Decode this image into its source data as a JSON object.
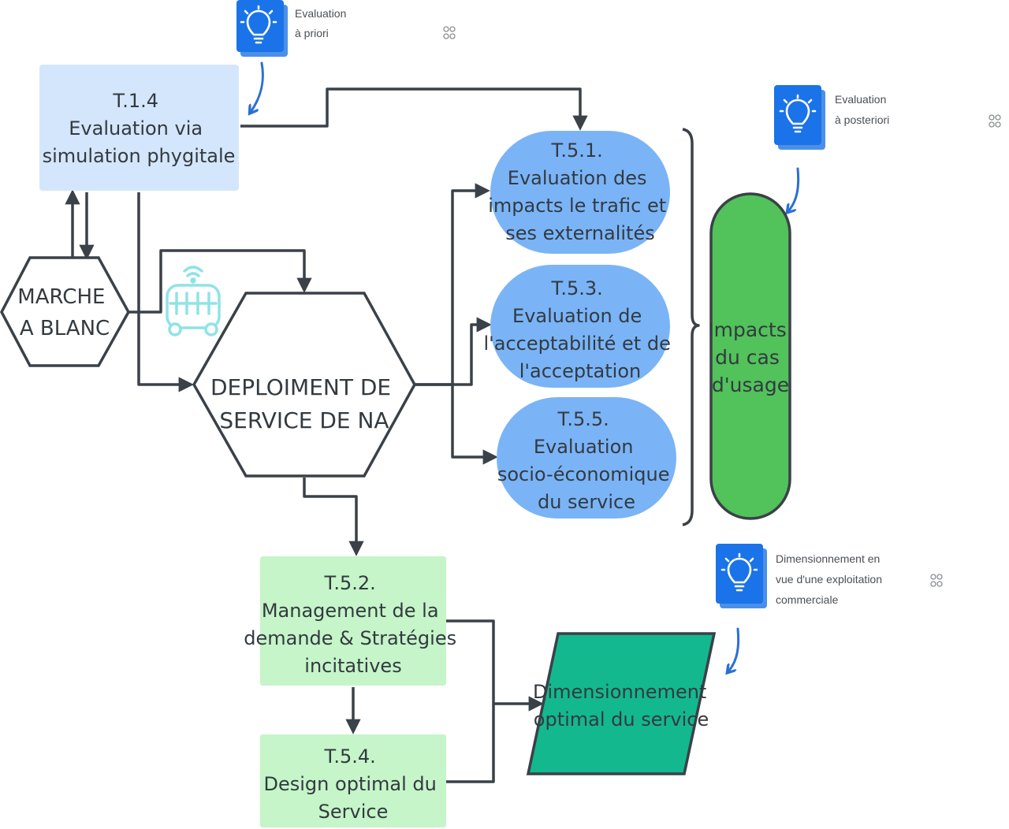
{
  "notes": {
    "priori": {
      "line1": "Evaluation",
      "line2": "à priori",
      "icon": "lightbulb-icon"
    },
    "posteriori": {
      "line1": "Evaluation",
      "line2": "à posteriori",
      "icon": "lightbulb-icon"
    },
    "dimensionnement": {
      "line1": "Dimensionnement en",
      "line2": "vue d'une exploitation",
      "line3": "commerciale",
      "icon": "lightbulb-icon"
    },
    "badge_icon": "reactions-icon"
  },
  "nodes": {
    "t14": {
      "line1": "T.1.4",
      "line2": "Evaluation via",
      "line3": "simulation phygitale"
    },
    "marche": {
      "line1": "MARCHE",
      "line2": "A BLANC"
    },
    "deploiement": {
      "line1": "DEPLOIMENT DE",
      "line2": "SERVICE DE NA"
    },
    "t51": {
      "line1": "T.5.1.",
      "line2": "Evaluation des",
      "line3": "impacts le trafic et",
      "line4": "ses externalités"
    },
    "t53": {
      "line1": "T.5.3.",
      "line2": "Evaluation de",
      "line3": "l'acceptabilité et de",
      "line4": "l'acceptation"
    },
    "t55": {
      "line1": "T.5.5.",
      "line2": "Evaluation",
      "line3": "socio-économique",
      "line4": "du service"
    },
    "impacts": {
      "line1": "Impacts",
      "line2": "du cas",
      "line3": "d'usage"
    },
    "t52": {
      "line1": "T.5.2.",
      "line2": "Management de la",
      "line3": "demande & Stratégies",
      "line4": "incitatives"
    },
    "t54": {
      "line1": "T.5.4.",
      "line2": "Design optimal du",
      "line3": "Service"
    },
    "dimopt": {
      "line1": "Dimensionnement",
      "line2": "optimal du service"
    }
  },
  "icons": {
    "vehicle": "autonomous-shuttle-icon"
  },
  "colors": {
    "light_blue_box": "#d4e6fb",
    "blue_pill": "#7ab4f7",
    "green_pill": "#52c25a",
    "light_green_box": "#c5f5c8",
    "teal_parallelogram": "#13b88f",
    "note_icon_bg": "#1a73e8",
    "connector": "#3a4148"
  }
}
